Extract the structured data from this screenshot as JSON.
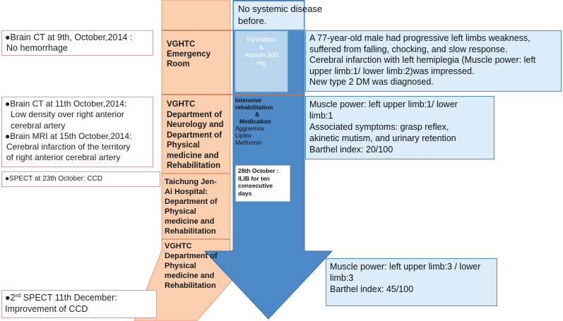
{
  "colors": {
    "orange_fill": "#f9cfb0",
    "orange_edge": "#e89a6f",
    "blue_arrow": "#4d88c7",
    "light_blue_box": "#dcecf8",
    "blue_border": "#4f8fc3",
    "pink_border": "#d9a0a8",
    "divider": "#c87a4a"
  },
  "top_box": {
    "lines": [
      "No systemic disease",
      "before."
    ]
  },
  "left": {
    "ct1": {
      "lines": [
        "●Brain CT at 9th, October,2014 :",
        "No hemorrhage"
      ]
    },
    "ct2_mri": {
      "lines": [
        "●Brain CT at 11th October,2014:",
        "Low density over right anterior",
        "cerebral artery",
        "●Brain MRI at 15th October,2014:",
        "Cerebral infarction of the territory",
        "of right anterior cerebral artery"
      ]
    },
    "spect1": {
      "text": "●SPECT at 23th October: CCD"
    },
    "spect2": {
      "bullet": "●2",
      "sup": "nd",
      "rest": " SPECT 11th December:",
      "line2": "Improvement of CCD"
    }
  },
  "orange": {
    "er": {
      "lines": [
        "VGHTC",
        "Emergency",
        "Room"
      ]
    },
    "neuro": {
      "lines": [
        "VGHTC",
        "Department of",
        "Neurology and",
        "Department of",
        "Physical",
        "medicine and",
        "Rehabilitation"
      ]
    },
    "jenai": {
      "lines": [
        "Taichung Jen-",
        "Ai Hospital:",
        "Department of",
        "Physical",
        "medicine and",
        "Rehabilitation"
      ]
    },
    "vghtc_rehab": {
      "lines": [
        "VGHTC",
        "Department of",
        "Physical",
        "medicine and",
        "Rehabilitation"
      ]
    }
  },
  "blue_column": {
    "hydration": {
      "lines": [
        "Hydration",
        "&",
        "Aspirin 300",
        "mg"
      ]
    },
    "intensive": {
      "bold_lines": [
        "Intensive",
        "rehabilitation",
        "&",
        "Medication"
      ],
      "lines": [
        "Aggrennox",
        "Lipitor",
        "Metformin"
      ]
    },
    "ilib": {
      "lines": [
        "28th October :",
        "ILIB for ten",
        "consecutive",
        "days"
      ]
    }
  },
  "right": {
    "presentation": {
      "lines": [
        "A 77-year-old male had progressive left limbs weakness,",
        "suffered from falling, chocking, and slow response.",
        "Cerebral infarction with  left hemiplegia (Muscle power: left",
        "upper limb:1/ lower limb:2)was impressed.",
        "New type 2 DM was diagnosed."
      ]
    },
    "status2": {
      "lines": [
        "Muscle power: left upper limb:1/ lower",
        "limb:1",
        "Associated symptoms: grasp reflex,",
        "akinetic mutism, and urinary retention",
        "Barthel index: 20/100"
      ]
    },
    "status3": {
      "lines": [
        "Muscle power: left upper limb:3 / lower",
        "limb:3",
        "Barthel index: 45/100"
      ]
    }
  }
}
